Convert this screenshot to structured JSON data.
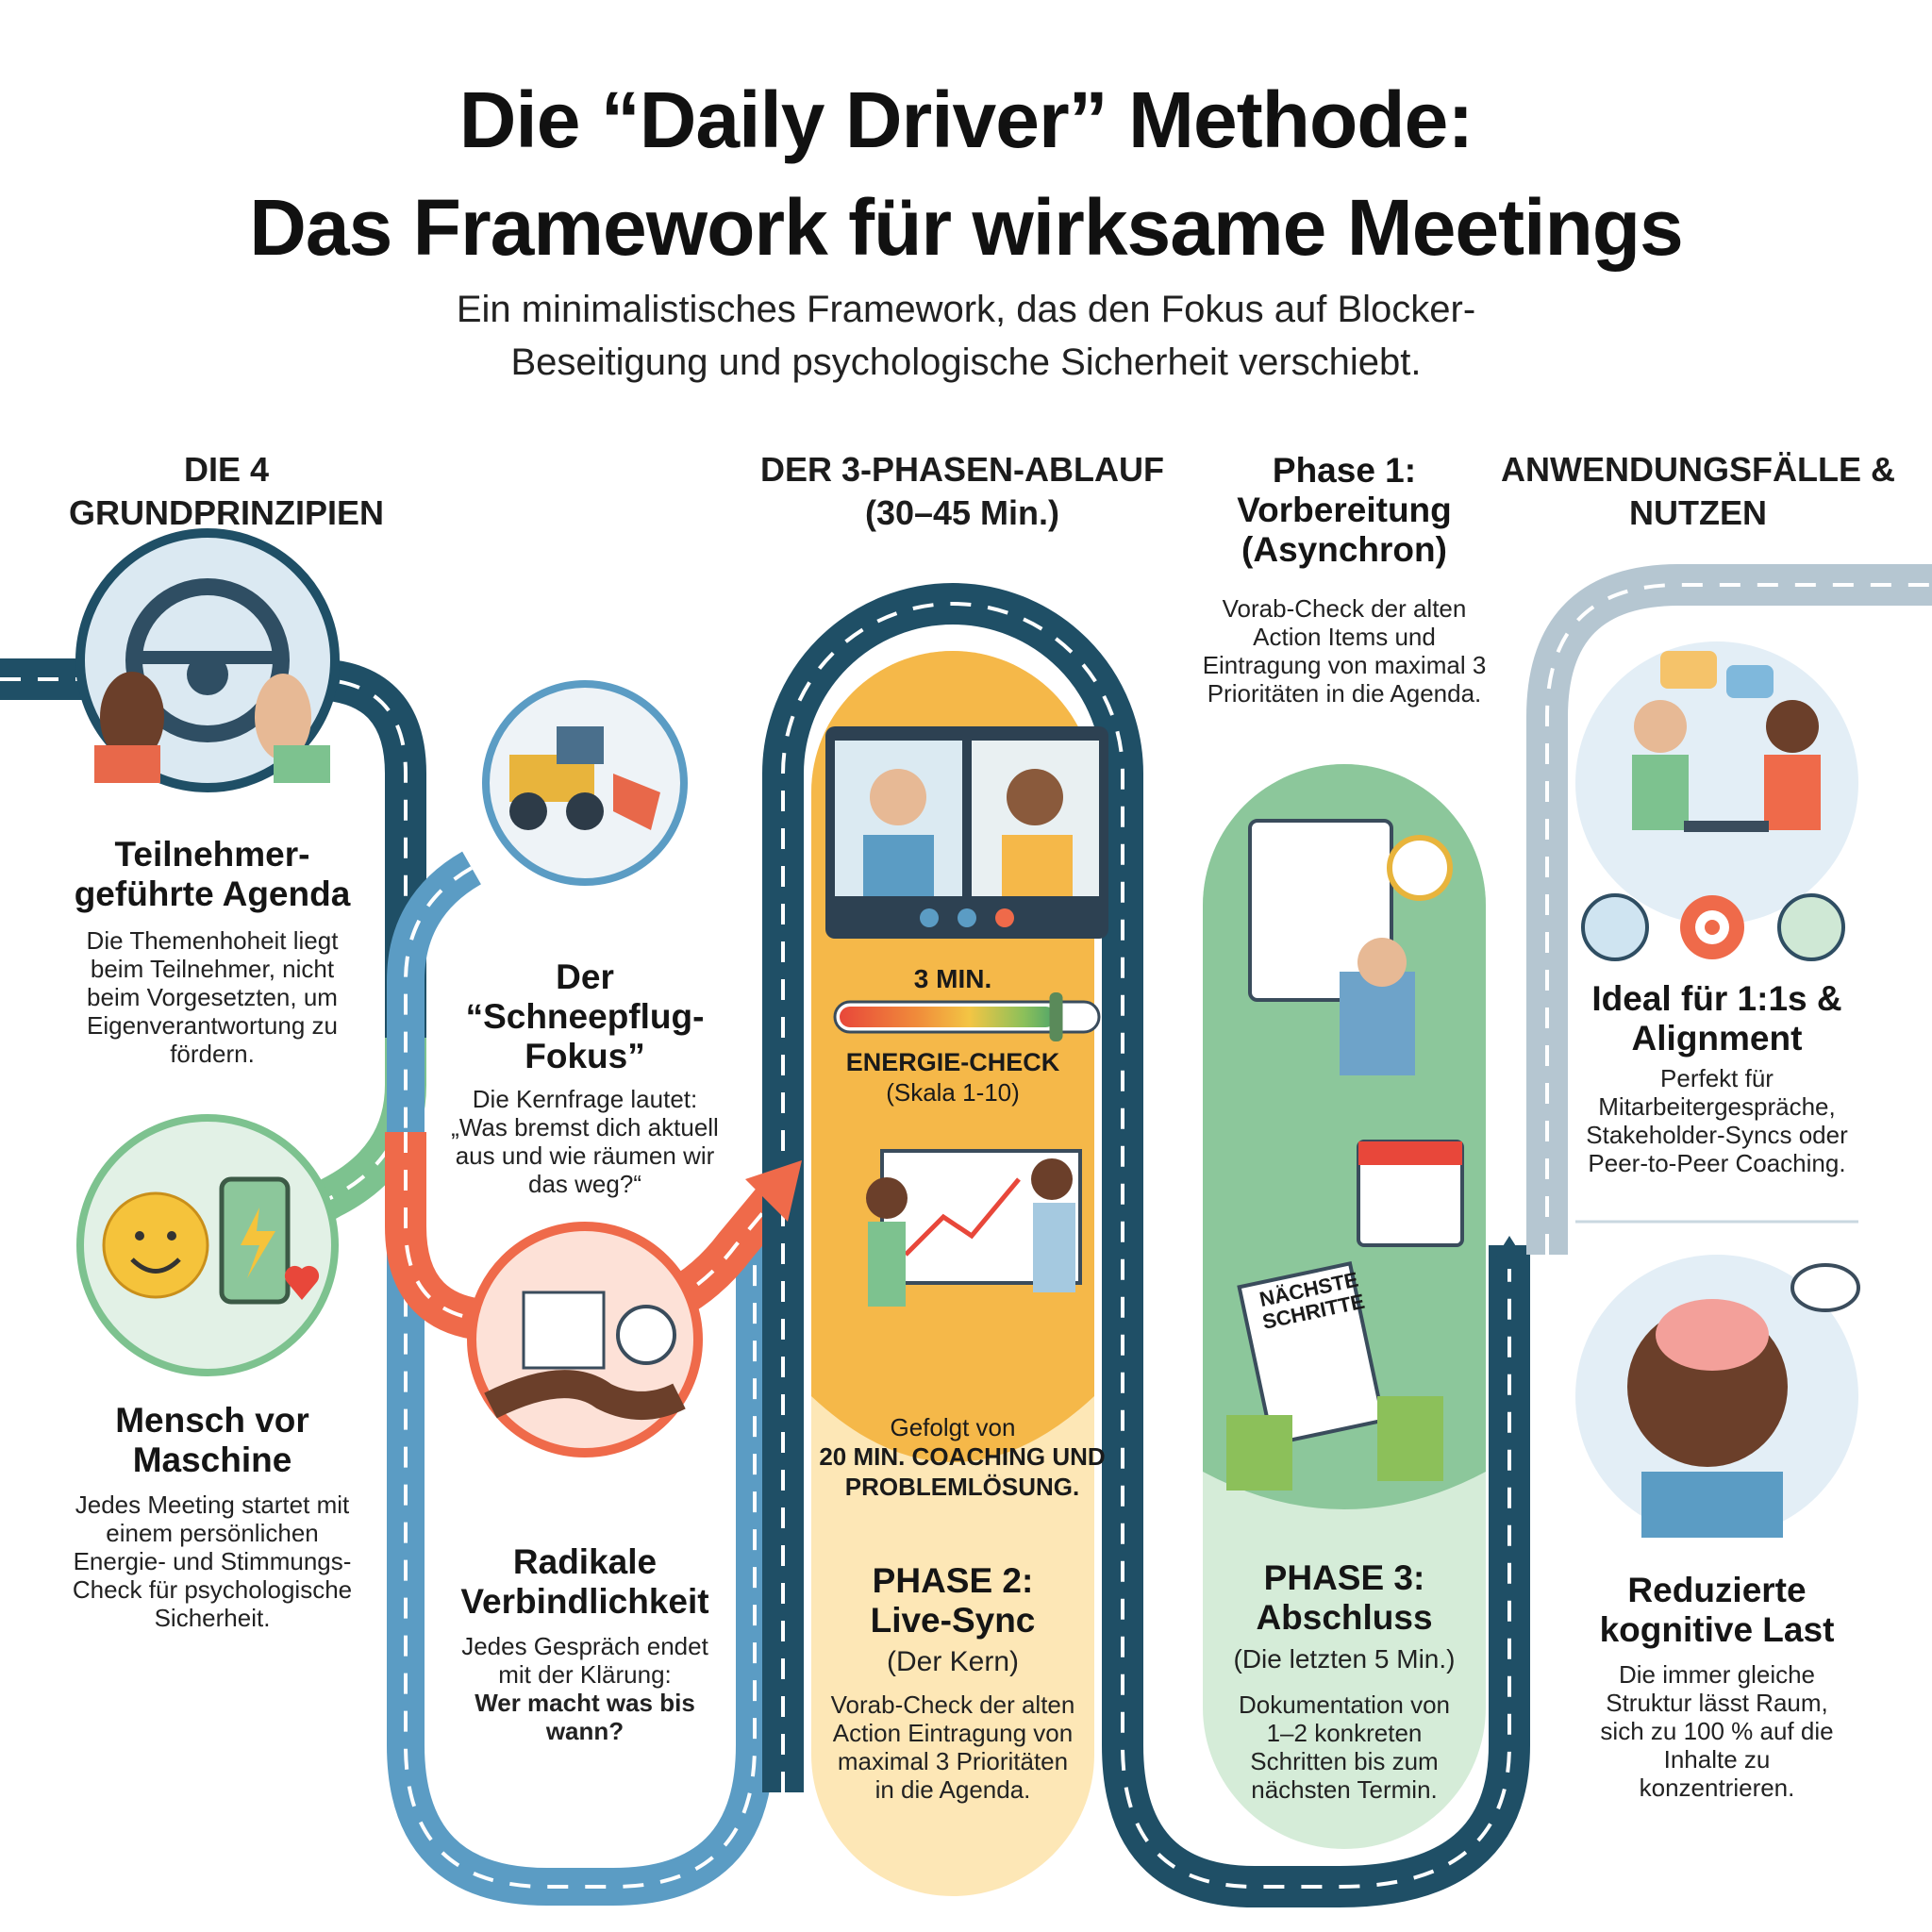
{
  "header": {
    "title_line1": "Die “Daily Driver” Methode:",
    "title_line2": "Das Framework für wirksame Meetings",
    "subtitle_line1": "Ein minimalistisches Framework, das den Fokus auf Blocker-",
    "subtitle_line2": "Beseitigung und psychologische Sicherheit verschiebt."
  },
  "columns": {
    "principles": "DIE 4 GRUNDPRINZIPIEN",
    "phases": "DER 3-PHASEN-ABLAUF (30–45 Min.)",
    "benefits": "ANWENDUNGSFÄLLE & NUTZEN"
  },
  "principles": [
    {
      "title": "Teilnehmer-geführte Agenda",
      "text": "Die Themenhoheit liegt beim Teilnehmer, nicht beim Vorgesetzten, um Eigenverantwortung zu fördern."
    },
    {
      "title": "Der “Schneepflug-Fokus”",
      "text": "Die Kernfrage lautet: „Was bremst dich aktuell aus und wie räumen wir das weg?“"
    },
    {
      "title": "Mensch vor Maschine",
      "text": "Jedes Meeting startet mit einem persönlichen Energie- und Stimmungs-Check für psychologische Sicherheit."
    },
    {
      "title": "Radikale Verbindlichkeit",
      "text": "Jedes Gespräch endet mit der Klärung:",
      "text_bold": "Wer macht was bis wann?"
    }
  ],
  "phase1": {
    "title": "Phase 1: Vorbereitung (Asynchron)",
    "text": "Vorab-Check der alten Action Items und Eintragung von maximal 3 Prioritäten in die Agenda."
  },
  "phase2": {
    "timer": "3 MIN.",
    "energy_label": "ENERGIE-CHECK",
    "energy_scale": "(Skala 1-10)",
    "energy_level": 0.85,
    "followed": "Gefolgt von",
    "coaching": "20 MIN. COACHING UND PROBLEMLÖSUNG.",
    "title": "PHASE 2: Live-Sync",
    "subtitle": "(Der Kern)",
    "text": "Vorab-Check der alten Action Eintragung von maximal 3 Prioritäten in die Agenda."
  },
  "phase3": {
    "note": "NÄCHSTE SCHRITTE",
    "title": "PHASE 3: Abschluss",
    "subtitle": "(Die letzten 5 Min.)",
    "text": "Dokumentation von 1–2 konkreten Schritten bis zum nächsten Termin."
  },
  "benefits": [
    {
      "title": "Ideal für 1:1s & Alignment",
      "text": "Perfekt für Mitarbeitergespräche, Stakeholder-Syncs oder Peer-to-Peer Coaching."
    },
    {
      "title": "Reduzierte kognitive Last",
      "text": "Die immer gleiche Struktur lässt Raum, sich zu 100 % auf die Inhalte zu konzentrieren."
    }
  ],
  "colors": {
    "road_dark": "#1f4f66",
    "road_light": "#5b9cc4",
    "road_green": "#7dc28f",
    "road_orange": "#ef6a4a",
    "road_grey": "#b5c6d1",
    "phase2_yellow": "#f5b849",
    "phase2_pale": "#fde7b6",
    "phase3_green": "#8cc79b",
    "phase3_pale": "#d5ecd8"
  }
}
